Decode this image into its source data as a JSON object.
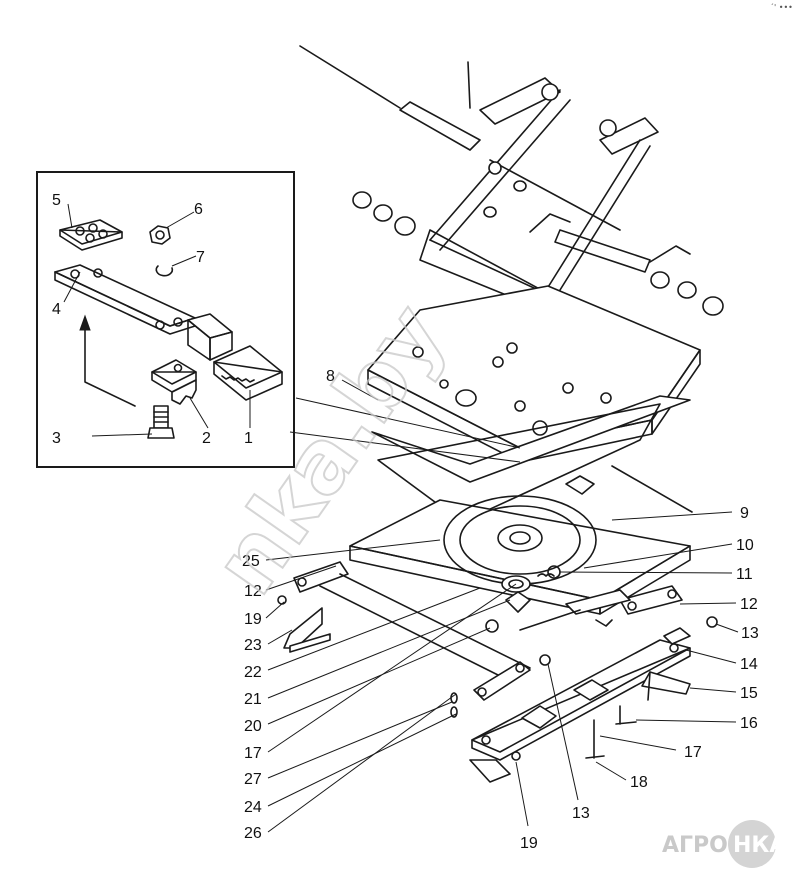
{
  "callouts": {
    "c1": "1",
    "c2": "2",
    "c3": "3",
    "c4": "4",
    "c5": "5",
    "c6": "6",
    "c7": "7",
    "c8": "8",
    "c9": "9",
    "c10": "10",
    "c11": "11",
    "c12a": "12",
    "c12b": "12",
    "c13a": "13",
    "c13b": "13",
    "c14": "14",
    "c15": "15",
    "c16": "16",
    "c17a": "17",
    "c17b": "17",
    "c18": "18",
    "c19a": "19",
    "c19b": "19",
    "c20": "20",
    "c21": "21",
    "c22": "22",
    "c23": "23",
    "c24": "24",
    "c25": "25",
    "c26": "26",
    "c27": "27"
  },
  "watermark": {
    "text": "nka.by"
  },
  "logo": {
    "text_left": "АГРО",
    "text_right": "НКА"
  },
  "corner_mark": {
    "text": "´' •••"
  },
  "icons": {
    "logo": "agronka-logo",
    "watermark": "site-watermark"
  }
}
